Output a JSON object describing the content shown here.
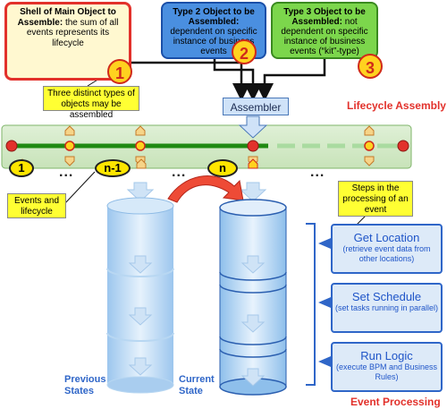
{
  "box_shell": {
    "title": "Shell of Main Object to Assemble:",
    "text": "the sum of all events represents its lifecycle",
    "number": "1"
  },
  "box_type2": {
    "title": "Type 2 Object to be Assembled:",
    "text": "dependent on specific instance of business events",
    "number": "2"
  },
  "box_type3": {
    "title": "Type 3 Object to be Assembled:",
    "text": "not dependent on specific instance of business events (“kit”-type)",
    "number": "3"
  },
  "callout_three_types": "Three distinct types of objects may be assembled",
  "assembler_label": "Assembler",
  "lifecycle_assembly_label": "Lifecycle Assembly",
  "timeline_labels": {
    "first": "1",
    "n_minus_1": "n-1",
    "n": "n",
    "ellipsis": "..."
  },
  "callout_events": "Events and lifecycle",
  "callout_steps": "Steps in the processing of an event",
  "steps": [
    {
      "title": "Get Location",
      "desc": "(retrieve event data from other locations)"
    },
    {
      "title": "Set Schedule",
      "desc": "(set tasks running in parallel)"
    },
    {
      "title": "Run Logic",
      "desc": "(execute BPM and Business Rules)"
    }
  ],
  "previous_states_label": "Previous States",
  "current_state_label": "Current State",
  "event_processing_label": "Event Processing",
  "colors": {
    "red": "#e2312b",
    "blue": "#2f66c8",
    "green_bar": "#2ea81d",
    "yellow": "#ffe600"
  }
}
